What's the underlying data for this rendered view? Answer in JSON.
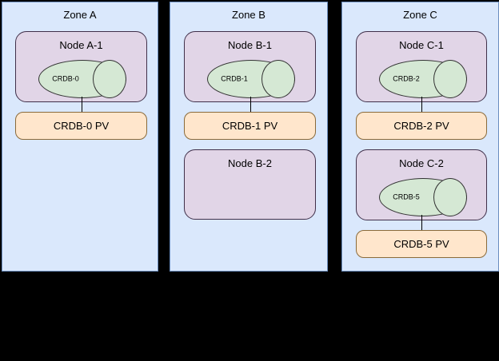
{
  "diagram": {
    "background_color": "#000000",
    "zone_fill": "#dae8fc",
    "zone_stroke": "#6c8ebf",
    "node_fill": "#e1d5e7",
    "node_stroke": "#40304a",
    "db_fill": "#d5e8d4",
    "db_stroke": "#333333",
    "pv_fill": "#ffe6cc",
    "pv_stroke": "#8a6a3a",
    "connector_color": "#000000"
  },
  "zones": [
    {
      "title": "Zone A",
      "nodes": [
        {
          "title": "Node A-1",
          "database": {
            "label": "CRDB-0"
          },
          "volume": {
            "label": "CRDB-0 PV"
          }
        }
      ]
    },
    {
      "title": "Zone B",
      "nodes": [
        {
          "title": "Node B-1",
          "database": {
            "label": "CRDB-1"
          },
          "volume": {
            "label": "CRDB-1 PV"
          }
        },
        {
          "title": "Node B-2",
          "database": null,
          "volume": null
        }
      ]
    },
    {
      "title": "Zone C",
      "nodes": [
        {
          "title": "Node C-1",
          "database": {
            "label": "CRDB-2"
          },
          "volume": {
            "label": "CRDB-2 PV"
          }
        },
        {
          "title": "Node C-2",
          "database": {
            "label": "CRDB-5"
          },
          "volume": {
            "label": "CRDB-5 PV"
          }
        }
      ]
    }
  ]
}
